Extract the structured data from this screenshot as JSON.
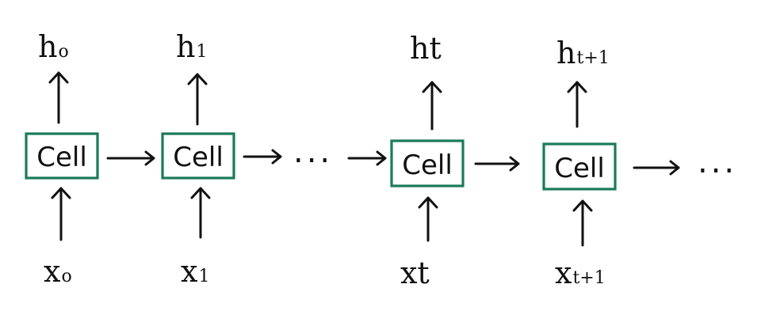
{
  "cells": [
    {
      "label": "Cell",
      "output": {
        "base": "h",
        "sub": "o"
      },
      "input": {
        "base": "x",
        "sub": "o"
      }
    },
    {
      "label": "Cell",
      "output": {
        "base": "h",
        "sub": "1"
      },
      "input": {
        "base": "x",
        "sub": "1"
      }
    },
    {
      "label": "Cell",
      "output": {
        "base": "ht",
        "sub": ""
      },
      "input": {
        "base": "xt",
        "sub": ""
      }
    },
    {
      "label": "Cell",
      "output": {
        "base": "h",
        "sub": "t+1"
      },
      "input": {
        "base": "x",
        "sub": "t+1"
      }
    }
  ],
  "ellipsis": [
    "...",
    "..."
  ],
  "colors": {
    "cell_border": "#1b7a5a",
    "ink": "#111111"
  }
}
